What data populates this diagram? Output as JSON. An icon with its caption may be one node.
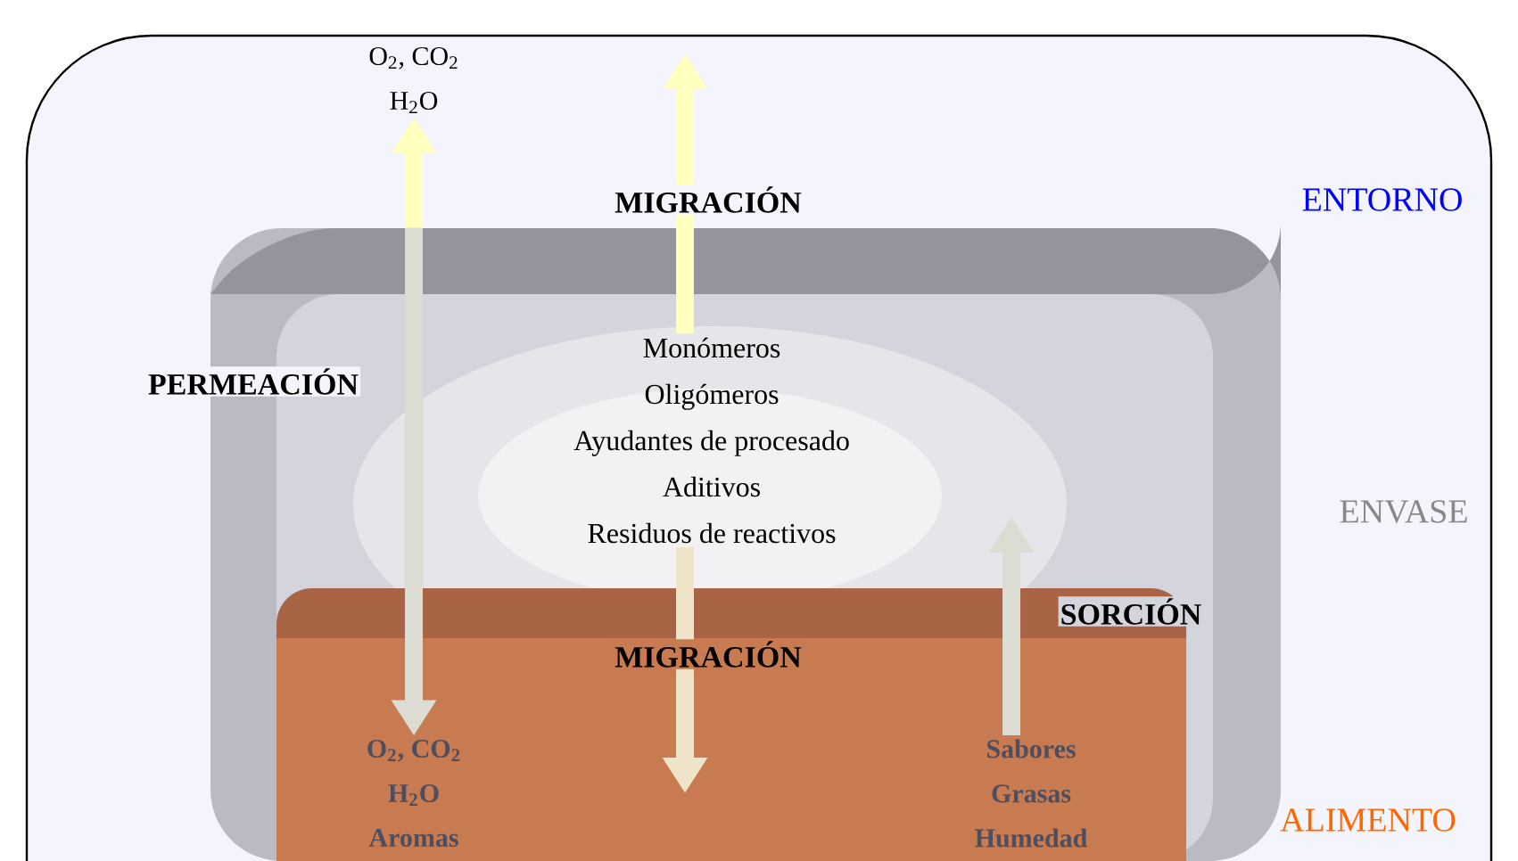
{
  "diagram": {
    "nodes": [
      {
        "text": [
          "ENTORNO"
        ]
      },
      {
        "text": [
          "ENVASE"
        ],
        "in": 0
      },
      {
        "text": [
          "ALIMENTO"
        ],
        "in": 1
      },
      {
        "text": [
          "O$_{2}$, CO$_{2}$",
          "H$_{2}$O"
        ],
        "in": 0
      },
      {
        "text": [
          "Monómeros",
          "Oligómeros",
          "Ayudantes de procesado",
          "Aditivos",
          "Residuos de reactivos"
        ],
        "in": 1
      },
      {
        "text": [
          "O$_{2}$, CO$_{2}$",
          "H$_{2}$O",
          "Aromas"
        ],
        "in": 2
      },
      {
        "text": [
          "Sabores",
          "Grasas",
          "Humedad"
        ],
        "in": 2
      }
    ],
    "edges": [
      {
        "from": 1,
        "to": 3,
        "arrow": "to",
        "color": "#ffffc0"
      },
      {
        "from": 1,
        "to": 5,
        "arrow": "to",
        "label": "PERMEACIÓN",
        "color": "#dcdcd2"
      },
      {
        "from": 4,
        "to": null,
        "arrow": "to",
        "label": "MIGRACIÓN",
        "color": "#ffffc0"
      },
      {
        "from": 4,
        "to": null,
        "arrow": "to",
        "label": "MIGRACIÓN",
        "color": "#f0e4c8"
      },
      {
        "from": 6,
        "to": null,
        "arrow": "to",
        "label": "SORCIÓN",
        "color": "#dcdcd2"
      }
    ]
  }
}
